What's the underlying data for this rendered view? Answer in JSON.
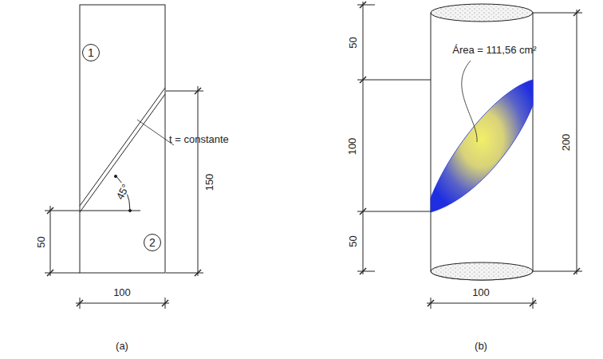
{
  "diagram": {
    "nodes": [
      {
        "text": [
          "1"
        ]
      },
      {
        "text": [
          "2"
        ]
      }
    ],
    "labels": [
      "t = constante",
      "45°",
      "50",
      "150",
      "100",
      "(a)",
      "50",
      "100",
      "50",
      "200",
      "Área = 111,56 cm²",
      "100",
      "(b)"
    ]
  }
}
